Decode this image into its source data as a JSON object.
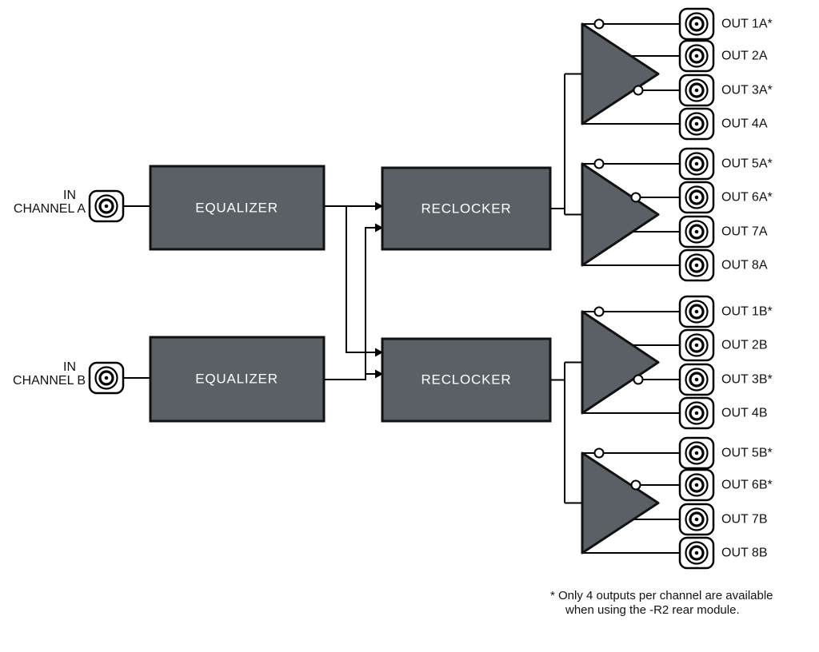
{
  "diagram": {
    "inputs": [
      {
        "line1": "IN",
        "line2": "CHANNEL A"
      },
      {
        "line1": "IN",
        "line2": "CHANNEL B"
      }
    ],
    "blocks": {
      "equalizer_a": "EQUALIZER",
      "reclocker_a": "RECLOCKER",
      "equalizer_b": "EQUALIZER",
      "reclocker_b": "RECLOCKER"
    },
    "outputs": [
      {
        "label": "OUT 1A*",
        "starred": true
      },
      {
        "label": "OUT 2A",
        "starred": false
      },
      {
        "label": "OUT 3A*",
        "starred": true
      },
      {
        "label": "OUT 4A",
        "starred": false
      },
      {
        "label": "OUT 5A*",
        "starred": true
      },
      {
        "label": "OUT 6A*",
        "starred": true
      },
      {
        "label": "OUT 7A",
        "starred": false
      },
      {
        "label": "OUT 8A",
        "starred": false
      },
      {
        "label": "OUT 1B*",
        "starred": true
      },
      {
        "label": "OUT 2B",
        "starred": false
      },
      {
        "label": "OUT 3B*",
        "starred": true
      },
      {
        "label": "OUT 4B",
        "starred": false
      },
      {
        "label": "OUT 5B*",
        "starred": true
      },
      {
        "label": "OUT 6B*",
        "starred": true
      },
      {
        "label": "OUT 7B",
        "starred": false
      },
      {
        "label": "OUT 8B",
        "starred": false
      }
    ],
    "footnote": {
      "line1": "* Only 4 outputs per channel are available",
      "line2": "when using the -R2 rear module."
    },
    "colors": {
      "block_fill": "#5b6066",
      "line": "#000000",
      "background": "#ffffff",
      "block_text": "#ffffff"
    }
  }
}
